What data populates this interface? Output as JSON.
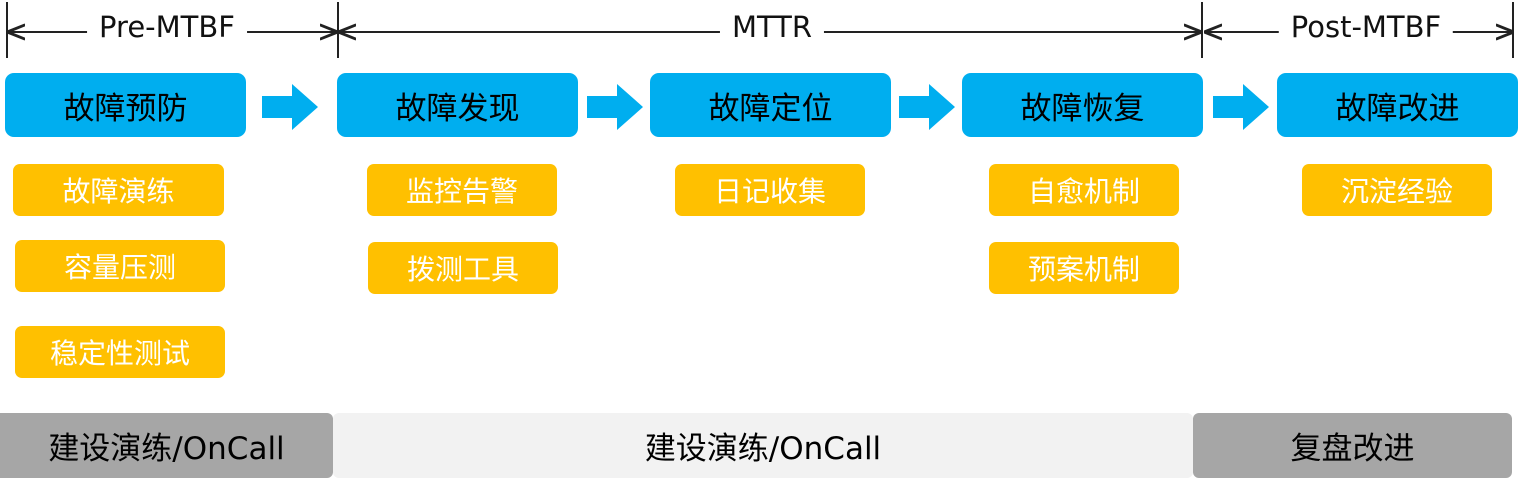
{
  "phases": {
    "pre": "Pre-MTBF",
    "mttr": "MTTR",
    "post": "Post-MTBF"
  },
  "stages": [
    {
      "label": "故障预防"
    },
    {
      "label": "故障发现"
    },
    {
      "label": "故障定位"
    },
    {
      "label": "故障恢复"
    },
    {
      "label": "故障改进"
    }
  ],
  "tasks": {
    "prevention": [
      "故障演练",
      "容量压测",
      "稳定性测试"
    ],
    "discovery": [
      "监控告警",
      "拨测工具"
    ],
    "location": [
      "日记收集"
    ],
    "recovery": [
      "自愈机制",
      "预案机制"
    ],
    "improvement": [
      "沉淀经验"
    ]
  },
  "bands": {
    "left": "建设演练/OnCall",
    "middle": "建设演练/OnCall",
    "right": "复盘改进"
  },
  "colors": {
    "stage": "#00aeef",
    "task": "#ffc000",
    "arrow": "#00aeef",
    "band_dark": "#a6a6a6",
    "band_light": "#f2f2f2"
  }
}
